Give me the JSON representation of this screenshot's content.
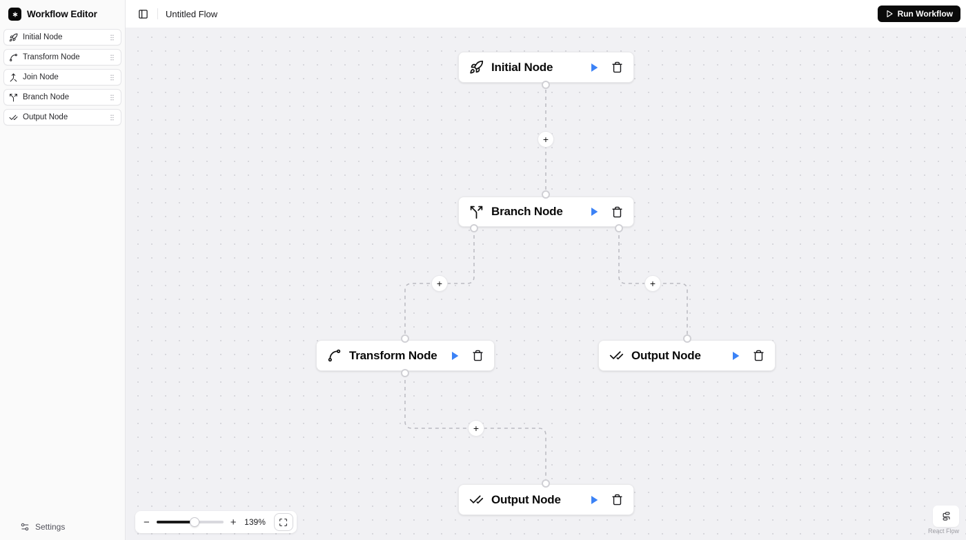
{
  "app": {
    "title": "Workflow Editor"
  },
  "header": {
    "flow_title": "Untitled Flow",
    "run_button": {
      "label": "Run Workflow"
    }
  },
  "sidebar": {
    "items": [
      {
        "label": "Initial Node",
        "icon": "rocket-icon"
      },
      {
        "label": "Transform Node",
        "icon": "spline-icon"
      },
      {
        "label": "Join Node",
        "icon": "merge-icon"
      },
      {
        "label": "Branch Node",
        "icon": "split-icon"
      },
      {
        "label": "Output Node",
        "icon": "check-check-icon"
      }
    ],
    "settings_label": "Settings"
  },
  "canvas": {
    "nodes": {
      "initial": {
        "label": "Initial Node",
        "icon": "rocket-icon"
      },
      "branch": {
        "label": "Branch Node",
        "icon": "split-icon"
      },
      "transform": {
        "label": "Transform Node",
        "icon": "spline-icon"
      },
      "output_right": {
        "label": "Output Node",
        "icon": "check-check-icon"
      },
      "output_bottom": {
        "label": "Output Node",
        "icon": "check-check-icon"
      }
    },
    "plus_label": "+",
    "edge_color": "#b9b9c0"
  },
  "controls": {
    "minus_label": "−",
    "plus_label": "+",
    "zoom_percent": "139%",
    "slider_value": 57
  },
  "attribution": {
    "label": "React Flow"
  },
  "colors": {
    "accent_blue": "#3b82f6",
    "button_black": "#0a0a0a",
    "canvas_bg": "#f1f1f4"
  }
}
